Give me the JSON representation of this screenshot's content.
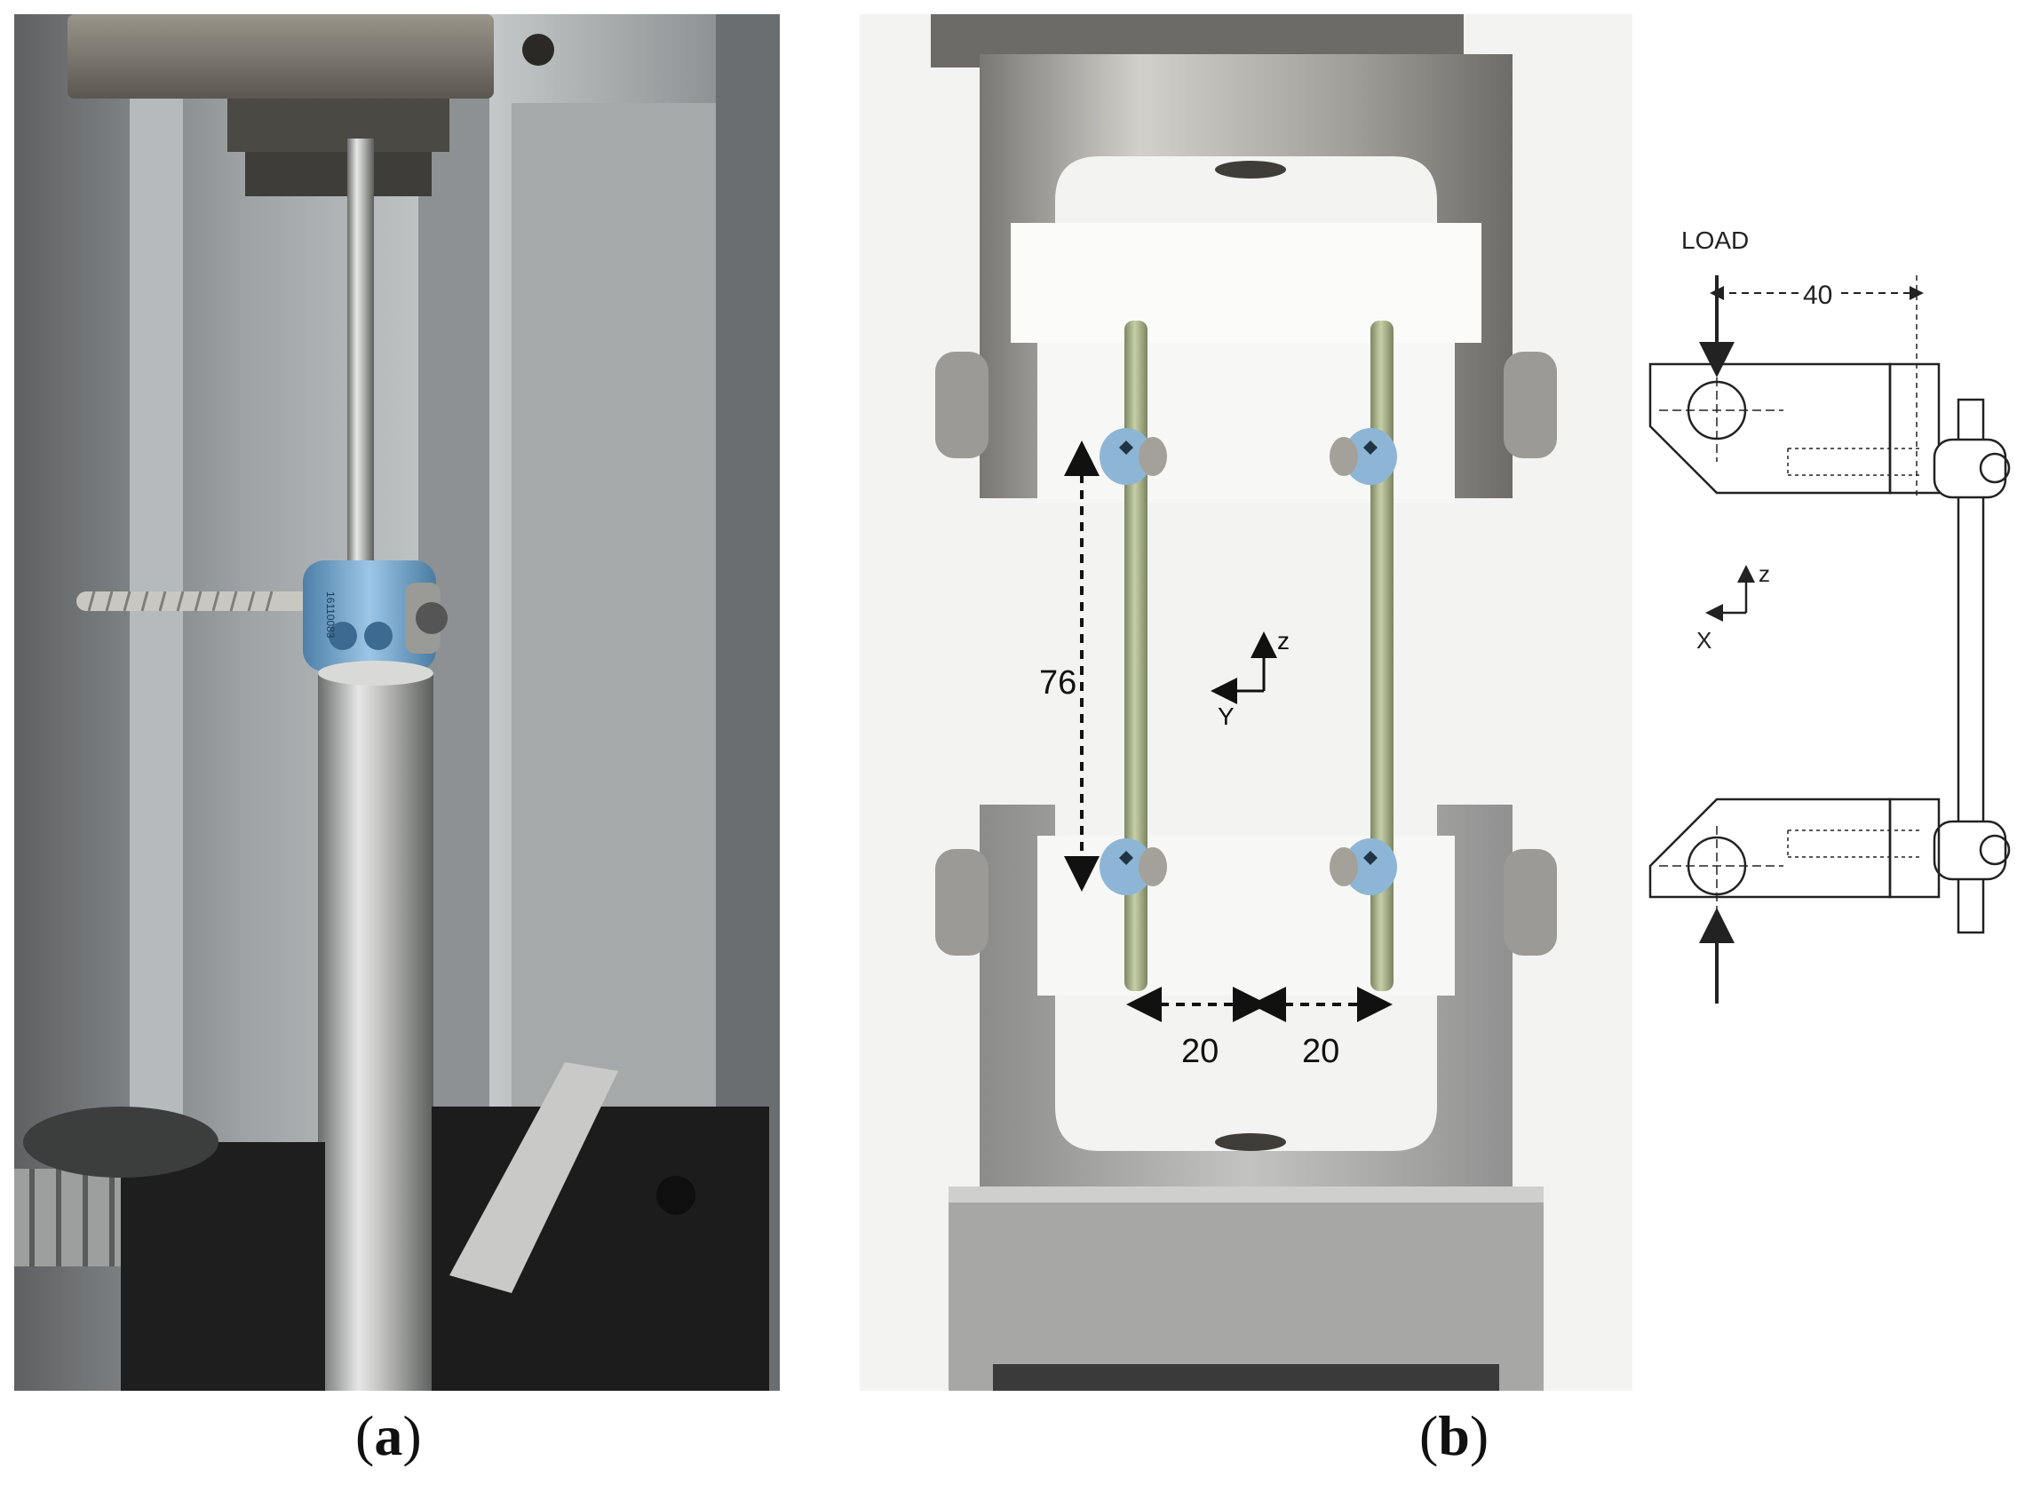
{
  "panels": [
    {
      "id": "a",
      "caption_open": "(",
      "caption_letter": "a",
      "caption_close": ")"
    },
    {
      "id": "b",
      "caption_open": "(",
      "caption_letter": "b",
      "caption_close": ")"
    }
  ],
  "photo_b": {
    "dimension_vertical": "76",
    "dimension_left_gap": "20",
    "dimension_right_gap": "20",
    "axis_up": "z",
    "axis_left": "Y"
  },
  "drawing": {
    "load_label": "LOAD",
    "offset_dimension": "40",
    "axis_up": "z",
    "axis_left": "X"
  },
  "implant_engraving": "16110083",
  "colors": {
    "background": "#ffffff",
    "steel": "#b7b8b6",
    "steel_dark": "#6f706d",
    "connector_blue": "#8fb8d8",
    "rod_green": "#a9b389",
    "ptfe_block": "#f4f4f2",
    "line_drawing": "#222222"
  }
}
